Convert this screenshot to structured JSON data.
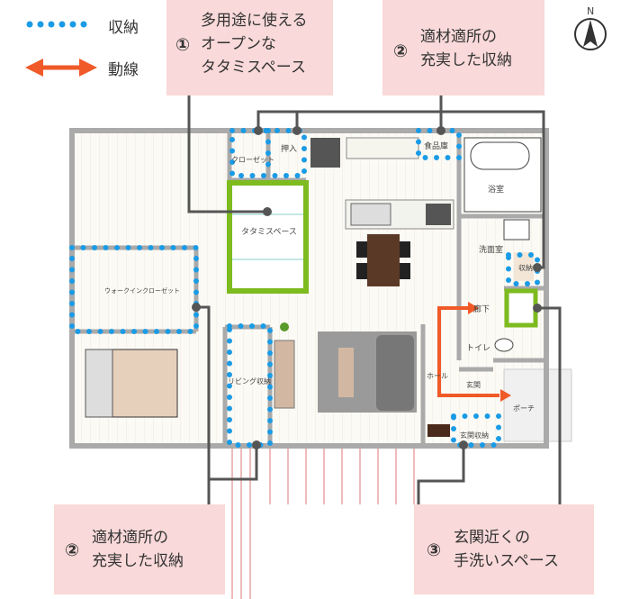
{
  "legend": {
    "storage_label": "収納",
    "flow_label": "動線",
    "storage_color": "#1a9be6",
    "flow_color": "#f05a28"
  },
  "callouts": [
    {
      "number": "①",
      "text": "多用途に使える\nオープンな\nタタミスペース"
    },
    {
      "number": "②",
      "text": "適材適所の\n充実した収納"
    },
    {
      "number": "②",
      "text": "適材適所の\n充実した収納"
    },
    {
      "number": "③",
      "text": "玄関近くの\n手洗いスペース"
    }
  ],
  "compass": {
    "label": "N"
  },
  "rooms": {
    "closet": "クローゼット",
    "oshiire": "押入",
    "pantry": "食品庫",
    "bath": "浴室",
    "tatami": "タタミスペース",
    "washroom": "洗面室",
    "storage": "収納",
    "walkin": "ウォークインクローゼット",
    "hallway": "廊下",
    "toilet": "トイレ",
    "living_storage": "リビング収納",
    "hall": "ホール",
    "entrance": "玄関",
    "porch": "ポーチ",
    "entrance_storage": "玄関収納"
  },
  "colors": {
    "callout_bg": "#f9d9d9",
    "highlight_green": "#7dbb1f",
    "connector": "#555555"
  }
}
